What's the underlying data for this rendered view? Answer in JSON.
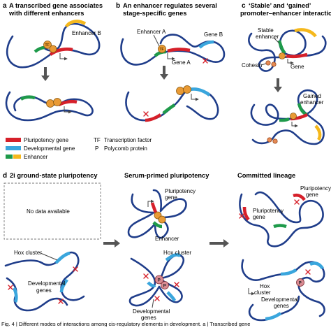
{
  "panel_a": {
    "letter": "a",
    "title_line1": "A transcribed gene associates",
    "title_line2": "with different enhancers",
    "enhancer_b": "Enhancer B",
    "tf": "TF"
  },
  "panel_b": {
    "letter": "b",
    "title_line1": "An enhancer regulates several",
    "title_line2": "stage-specific genes",
    "enhancer_a": "Enhancer A",
    "gene_a": "Gene A",
    "gene_b": "Gene B",
    "tf": "TF"
  },
  "panel_c": {
    "letter": "c",
    "title_line1": "‘Stable’ and ‘gained’",
    "title_line2": "promoter–enhancer interactions",
    "stable_enhancer_1": "Stable",
    "stable_enhancer_2": "enhancer",
    "cohesin": "Cohesin",
    "gene": "Gene",
    "gained_enhancer_1": "Gained",
    "gained_enhancer_2": "enhancer"
  },
  "legend": {
    "items": [
      {
        "label": "Pluripotency gene",
        "color": "#d6202a"
      },
      {
        "label": "Developmental gene",
        "color": "#3aa6dd"
      },
      {
        "label": "Enhancer",
        "color": "#1e9a4a"
      }
    ],
    "enhancer_yellow_color": "#f5b81c",
    "tf_abbrev": "TF",
    "tf_label": "Transcription factor",
    "p_abbrev": "P",
    "p_label": "Polycomb protein"
  },
  "panel_d": {
    "letter": "d",
    "title_2i": "2i ground-state pluripotency",
    "title_serum": "Serum-primed pluripotency",
    "title_committed": "Committed lineage",
    "no_data": "No data available",
    "hox_cluster": "Hox cluster",
    "developmental_genes_1": "Developmental",
    "developmental_genes_2": "genes",
    "pluripotency_gene_1": "Pluripotency",
    "pluripotency_gene_2": "gene",
    "enhancer": "Enhancer",
    "hox_1": "Hox",
    "hox_2": "cluster",
    "p": "P"
  },
  "caption": "Fig. 4 | Different modes of interactions among cis-regulatory elements in development. a | Transcribed gene"
}
